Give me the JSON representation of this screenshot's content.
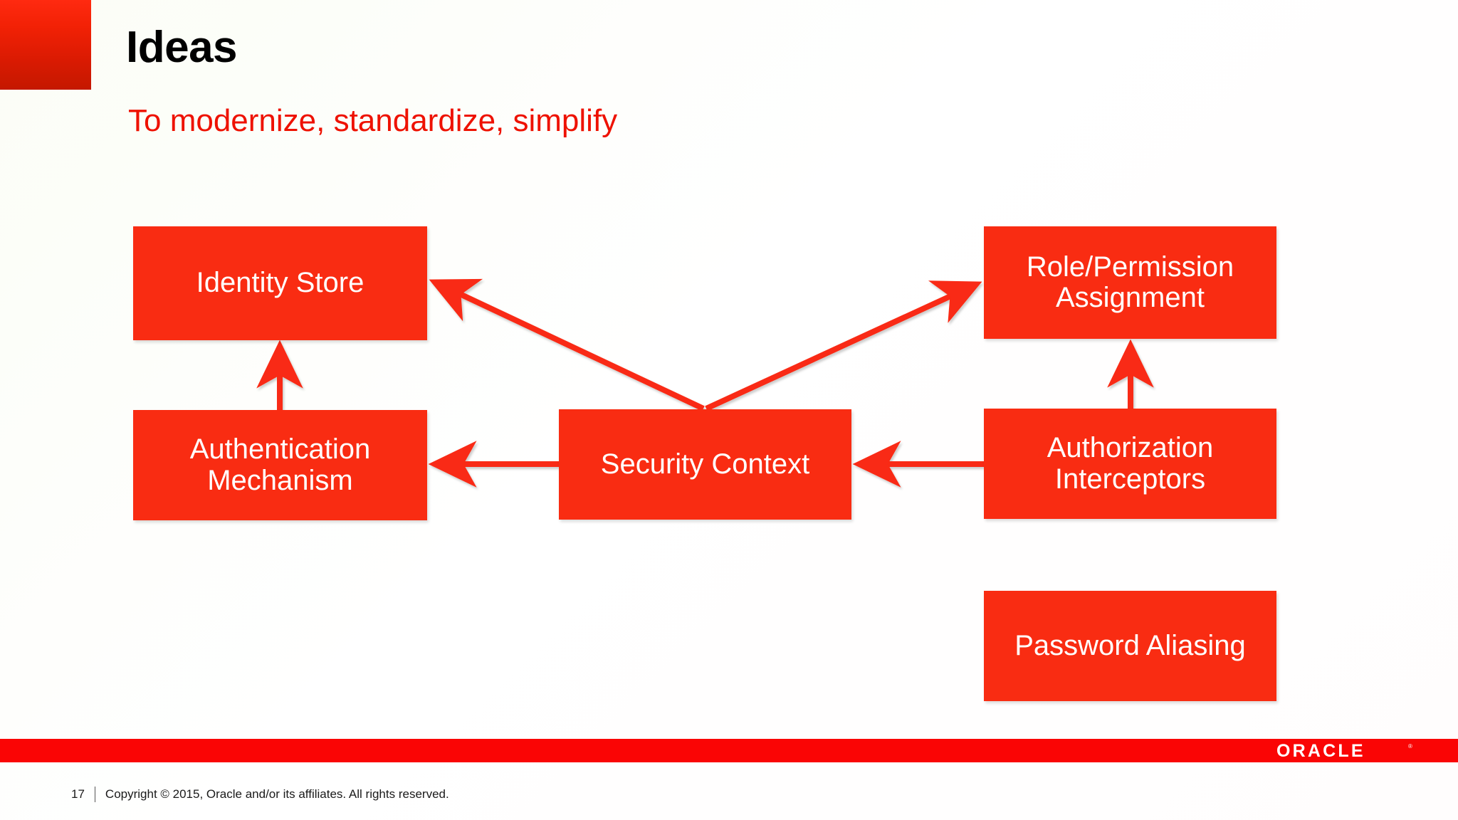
{
  "slide": {
    "title": "Ideas",
    "subtitle": "To modernize, standardize, simplify"
  },
  "diagram": {
    "type": "block-flow",
    "nodes": [
      {
        "id": "identity-store",
        "label": "Identity Store"
      },
      {
        "id": "role-permission",
        "label_line1": "Role/Permission",
        "label_line2": "Assignment"
      },
      {
        "id": "auth-mechanism",
        "label_line1": "Authentication",
        "label_line2": "Mechanism"
      },
      {
        "id": "security-context",
        "label": "Security Context"
      },
      {
        "id": "authz-interceptors",
        "label_line1": "Authorization",
        "label_line2": "Interceptors"
      },
      {
        "id": "password-aliasing",
        "label": "Password Aliasing"
      }
    ],
    "edges": [
      {
        "from": "security-context",
        "to": "identity-store",
        "style": "diagonal-up-left",
        "arrowhead": "to"
      },
      {
        "from": "security-context",
        "to": "role-permission",
        "style": "diagonal-up-right",
        "arrowhead": "to"
      },
      {
        "from": "security-context",
        "to": "auth-mechanism",
        "style": "horizontal-left",
        "arrowhead": "to"
      },
      {
        "from": "authz-interceptors",
        "to": "security-context",
        "style": "horizontal-left",
        "arrowhead": "to"
      },
      {
        "from": "auth-mechanism",
        "to": "identity-store",
        "style": "vertical-up",
        "arrowhead": "to"
      },
      {
        "from": "authz-interceptors",
        "to": "role-permission",
        "style": "vertical-up",
        "arrowhead": "to"
      }
    ]
  },
  "footer": {
    "page_number": "17",
    "copyright": "Copyright © 2015, Oracle and/or its affiliates. All rights reserved.",
    "logo_text": "ORACLE",
    "logo_tm": "®"
  },
  "colors": {
    "brand_red": "#fa0505",
    "node_red": "#f92c12",
    "subtitle_red": "#ee1100",
    "title_black": "#000000",
    "node_text": "#ffffff"
  }
}
